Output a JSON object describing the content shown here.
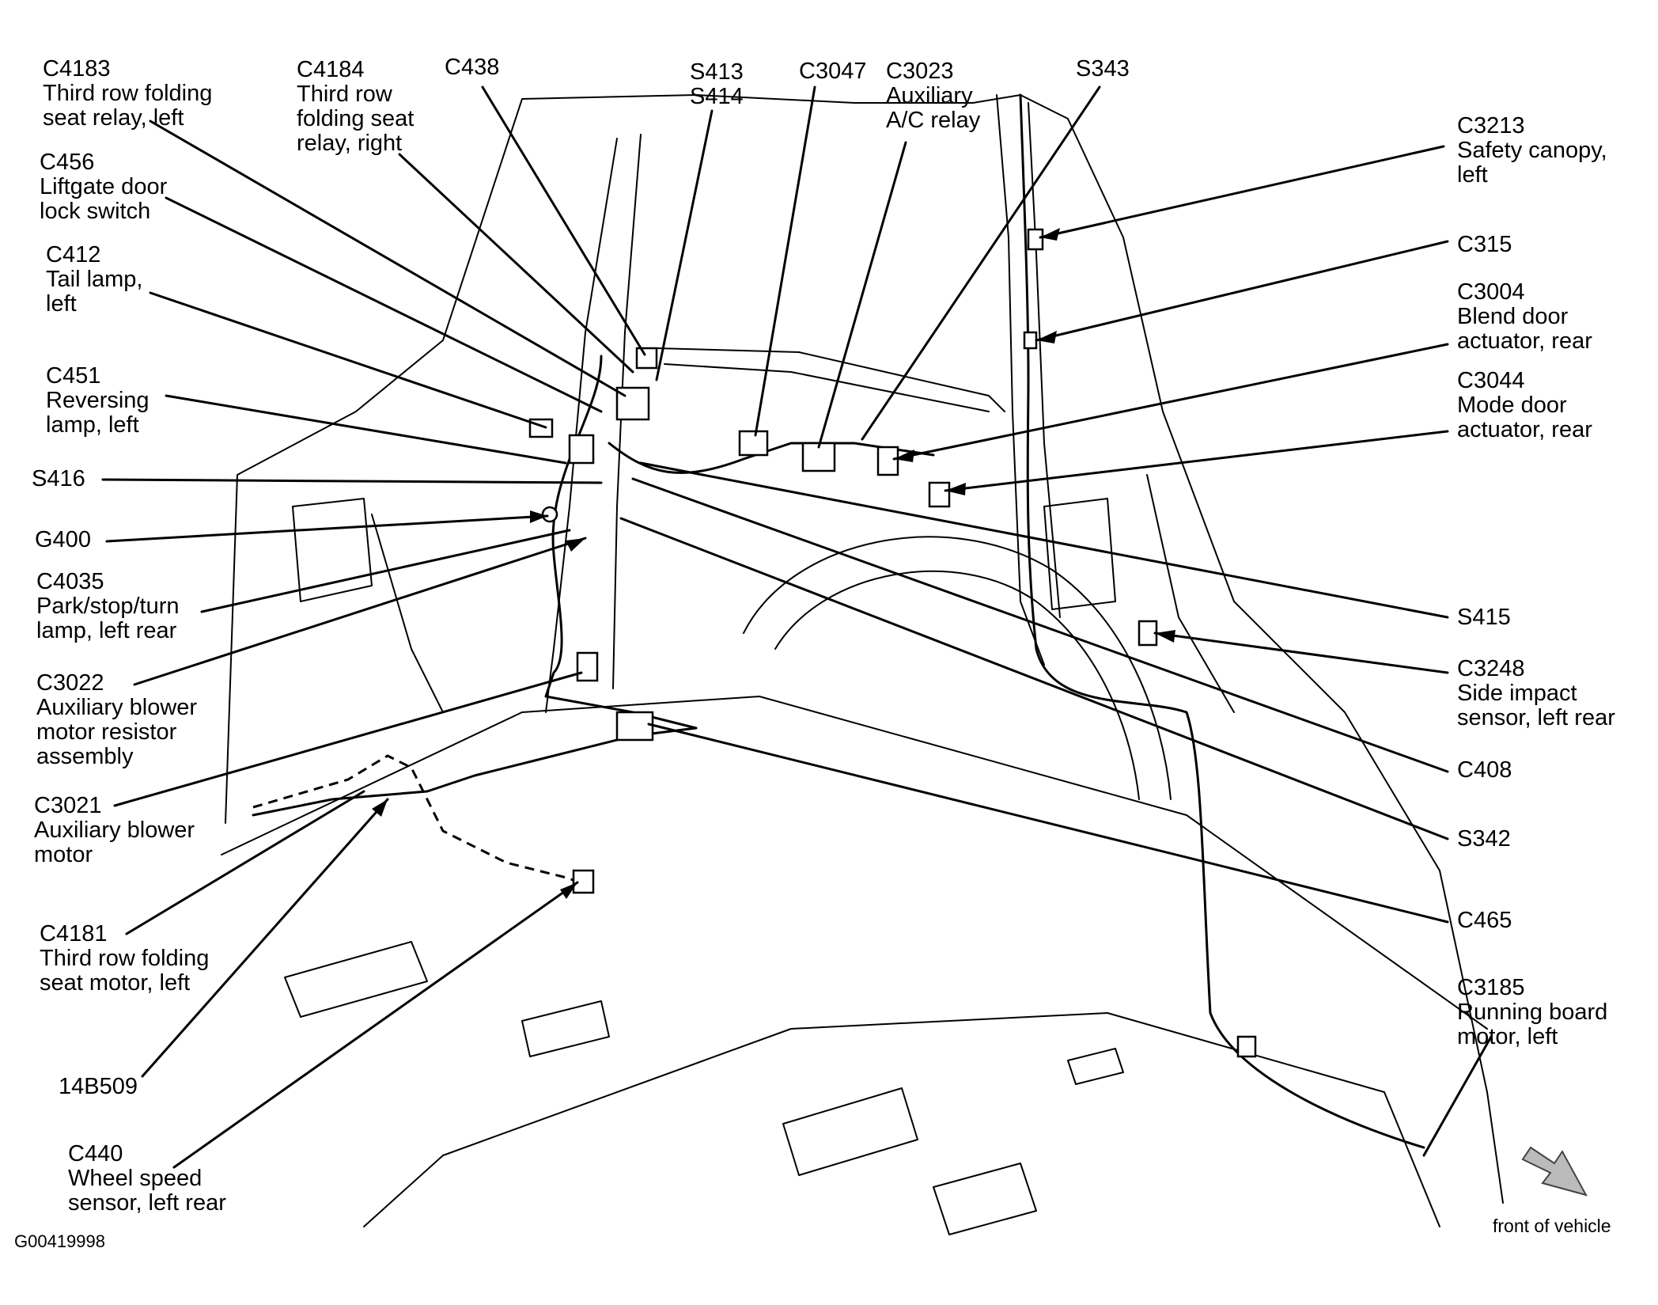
{
  "figure_id": "G00419998",
  "front_label": "front of vehicle",
  "callouts": {
    "c4183": {
      "code": "C4183",
      "desc": [
        "Third row folding",
        "seat relay, left"
      ]
    },
    "c456": {
      "code": "C456",
      "desc": [
        "Liftgate door",
        "lock switch"
      ]
    },
    "c412": {
      "code": "C412",
      "desc": [
        "Tail lamp,",
        "left"
      ]
    },
    "c451": {
      "code": "C451",
      "desc": [
        "Reversing",
        "lamp, left"
      ]
    },
    "s416": {
      "code": "S416",
      "desc": []
    },
    "g400": {
      "code": "G400",
      "desc": []
    },
    "c4035": {
      "code": "C4035",
      "desc": [
        "Park/stop/turn",
        "lamp, left rear"
      ]
    },
    "c3022": {
      "code": "C3022",
      "desc": [
        "Auxiliary blower",
        "motor resistor",
        "assembly"
      ]
    },
    "c3021": {
      "code": "C3021",
      "desc": [
        "Auxiliary blower",
        "motor"
      ]
    },
    "c4181": {
      "code": "C4181",
      "desc": [
        "Third row folding",
        "seat motor, left"
      ]
    },
    "p14b509": {
      "code": "14B509",
      "desc": []
    },
    "c440": {
      "code": "C440",
      "desc": [
        "Wheel speed",
        "sensor, left rear"
      ]
    },
    "c4184": {
      "code": "C4184",
      "desc": [
        "Third row",
        "folding seat",
        "relay, right"
      ]
    },
    "c438": {
      "code": "C438",
      "desc": []
    },
    "s413": {
      "code": "S413",
      "desc": [
        "S414"
      ]
    },
    "c3047": {
      "code": "C3047",
      "desc": []
    },
    "c3023": {
      "code": "C3023",
      "desc": [
        "Auxiliary",
        "A/C relay"
      ]
    },
    "s343": {
      "code": "S343",
      "desc": []
    },
    "c3213": {
      "code": "C3213",
      "desc": [
        "Safety canopy,",
        "left"
      ]
    },
    "c315": {
      "code": "C315",
      "desc": []
    },
    "c3004": {
      "code": "C3004",
      "desc": [
        "Blend door",
        "actuator, rear"
      ]
    },
    "c3044": {
      "code": "C3044",
      "desc": [
        "Mode door",
        "actuator, rear"
      ]
    },
    "s415": {
      "code": "S415",
      "desc": []
    },
    "c3248": {
      "code": "C3248",
      "desc": [
        "Side impact",
        "sensor, left rear"
      ]
    },
    "c408": {
      "code": "C408",
      "desc": []
    },
    "s342": {
      "code": "S342",
      "desc": []
    },
    "c465": {
      "code": "C465",
      "desc": []
    },
    "c3185": {
      "code": "C3185",
      "desc": [
        "Running board",
        "motor, left"
      ]
    }
  }
}
